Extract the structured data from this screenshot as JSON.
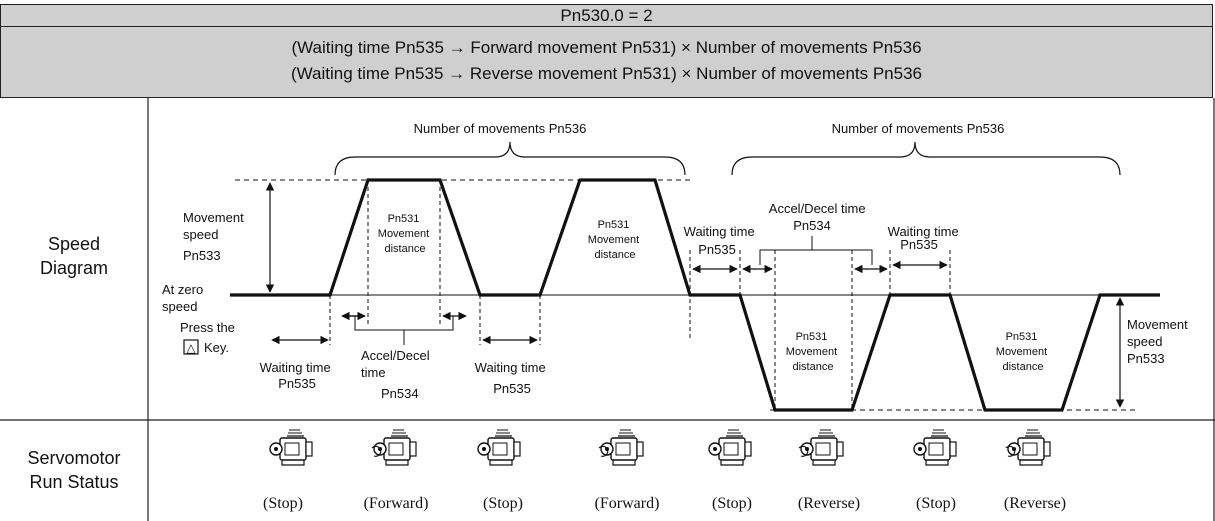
{
  "header": {
    "title": "Pn530.0 = 2",
    "line1": "(Waiting time Pn535 → Forward movement Pn531) × Number of movements Pn536",
    "line2": "(Waiting time Pn535 → Reverse movement Pn531) × Number of movements Pn536"
  },
  "rows": {
    "speed_line1": "Speed",
    "speed_line2": "Diagram",
    "status_line1": "Servomotor",
    "status_line2": "Run Status"
  },
  "diagram": {
    "brace_forward": "Number of movements Pn536",
    "brace_reverse": "Number of movements Pn536",
    "movement_speed_left": [
      "Movement",
      "speed",
      "Pn533"
    ],
    "zero_speed": [
      "At zero",
      "speed"
    ],
    "press_the": "Press the",
    "key_suffix": "Key.",
    "key_symbol": "△",
    "movement_distance": [
      "Pn531",
      "Movement",
      "distance"
    ],
    "waiting_time": "Waiting time",
    "waiting_param": "Pn535",
    "accel_decel_lower": [
      "Accel/Decel",
      "time",
      "Pn534"
    ],
    "accel_decel_upper": [
      "Accel/Decel time",
      "Pn534"
    ],
    "movement_speed_right": [
      "Movement",
      "speed",
      "Pn533"
    ]
  },
  "status_labels": [
    "(Stop)",
    "(Forward)",
    "(Stop)",
    "(Forward)",
    "(Stop)",
    "(Reverse)",
    "(Stop)",
    "(Reverse)"
  ],
  "icons": [
    "servomotor-icon",
    "forward-arrow-icon",
    "reverse-arrow-icon",
    "double-arrow-icon"
  ]
}
